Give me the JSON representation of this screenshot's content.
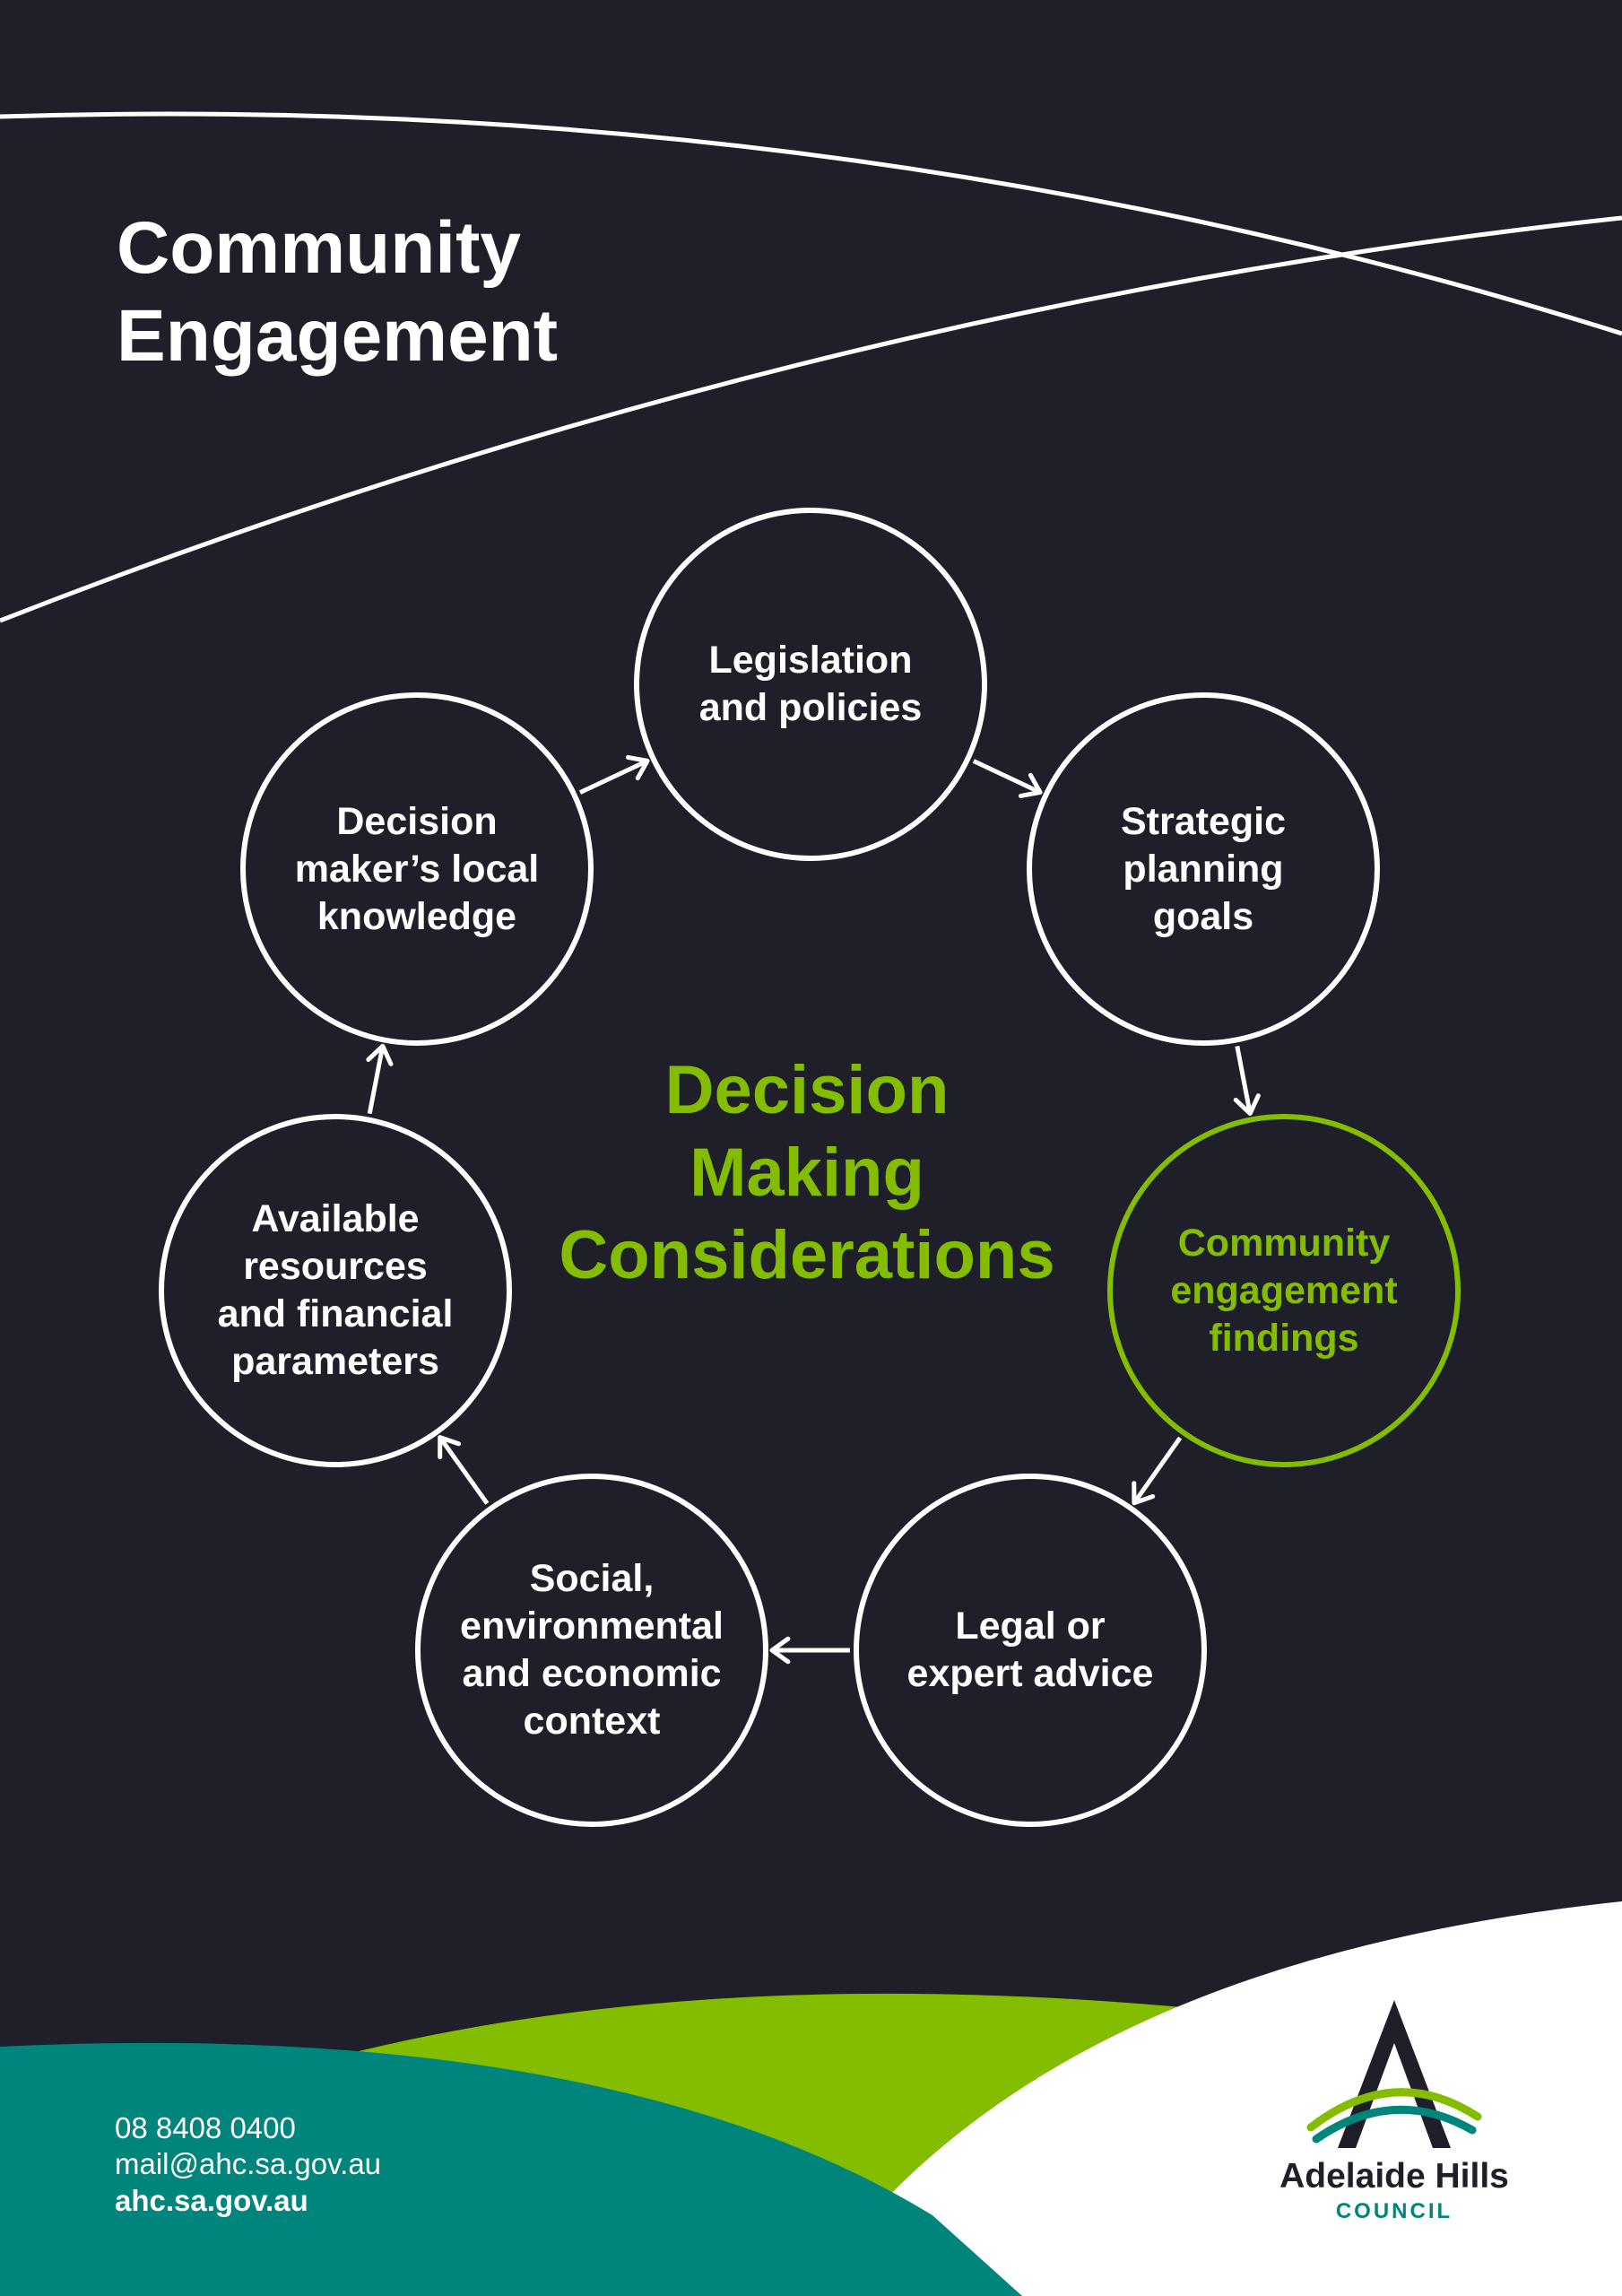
{
  "page": {
    "title_lines": [
      "Community",
      "Engagement"
    ]
  },
  "diagram": {
    "center_title_lines": [
      "Decision",
      "Making",
      "Considerations"
    ],
    "nodes": [
      {
        "id": "legislation",
        "label": "Legislation\nand policies",
        "highlight": false
      },
      {
        "id": "strategic",
        "label": "Strategic\nplanning\ngoals",
        "highlight": false
      },
      {
        "id": "community",
        "label": "Community\nengagement\nfindings",
        "highlight": true
      },
      {
        "id": "legal",
        "label": "Legal or\nexpert advice",
        "highlight": false
      },
      {
        "id": "social",
        "label": "Social,\nenvironmental\nand economic\ncontext",
        "highlight": false
      },
      {
        "id": "resources",
        "label": "Available\nresources\nand financial\nparameters",
        "highlight": false
      },
      {
        "id": "decision-maker",
        "label": "Decision\nmaker’s local\nknowledge",
        "highlight": false
      }
    ],
    "flow": [
      [
        "legislation",
        "strategic"
      ],
      [
        "strategic",
        "community"
      ],
      [
        "community",
        "legal"
      ],
      [
        "legal",
        "social"
      ],
      [
        "social",
        "resources"
      ],
      [
        "resources",
        "decision-maker"
      ],
      [
        "decision-maker",
        "legislation"
      ]
    ]
  },
  "footer": {
    "phone": "08 8408 0400",
    "email": "mail@ahc.sa.gov.au",
    "website": "ahc.sa.gov.au"
  },
  "logo": {
    "name": "Adelaide Hills",
    "subtitle": "COUNCIL"
  },
  "colors": {
    "background": "#1e1f29",
    "accent_green": "#84bd00",
    "teal": "#00857c",
    "white": "#ffffff"
  }
}
